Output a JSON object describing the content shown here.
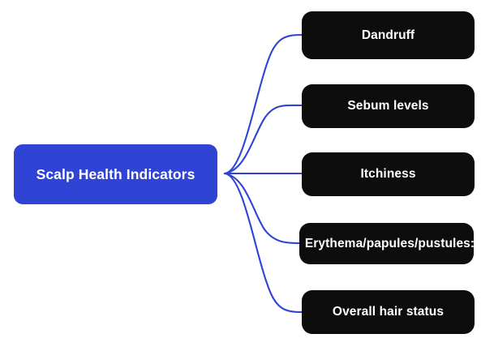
{
  "diagram": {
    "type": "mind-map",
    "background_color": "#ffffff",
    "root": {
      "label": "Scalp Health Indicators",
      "fill_color": "#2f44d4",
      "text_color": "#ffffff"
    },
    "branch_color": "#2f44d4",
    "leaf_fill_color": "#0d0d0d",
    "leaf_text_color": "#ffffff",
    "leaves": [
      {
        "label": "Dandruff"
      },
      {
        "label": "Sebum levels"
      },
      {
        "label": "Itchiness"
      },
      {
        "label": "Erythema/papules/pustules:"
      },
      {
        "label": "Overall hair status"
      }
    ]
  }
}
